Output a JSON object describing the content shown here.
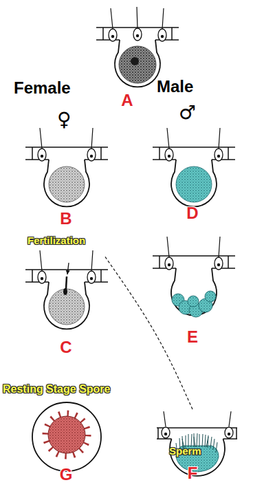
{
  "diagram": {
    "nodes": [
      {
        "text": [
          "A"
        ]
      },
      {
        "text": [
          "B"
        ]
      },
      {
        "text": [
          "D"
        ]
      },
      {
        "text": [
          "C"
        ]
      },
      {
        "text": [
          "E"
        ]
      },
      {
        "text": [
          "G"
        ]
      },
      {
        "text": [
          "F"
        ]
      }
    ],
    "edges": [
      {
        "from": 6,
        "to": 3,
        "arrow": "none"
      }
    ],
    "labels": [
      "Female",
      "Male",
      "♀",
      "♂",
      "Fertilization",
      "Resting Stage Spore",
      "Sperm"
    ]
  }
}
